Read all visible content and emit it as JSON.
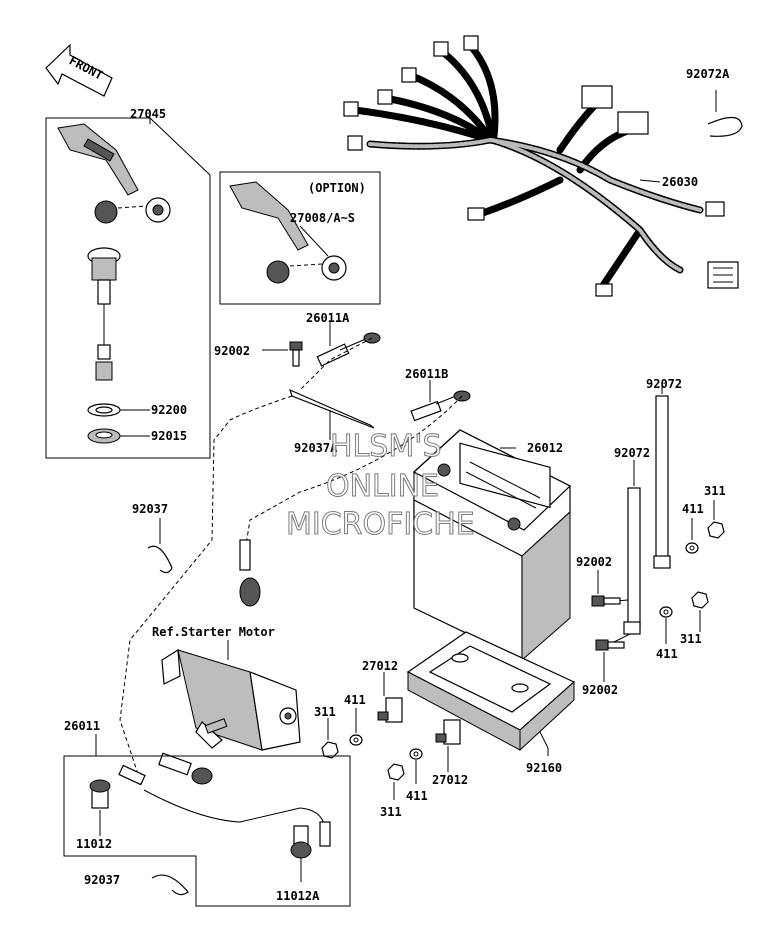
{
  "front_arrow": {
    "label": "FRONT"
  },
  "watermark": {
    "line1": "HLSM'S",
    "line2": "ONLINE",
    "line3": "MICROFICHE"
  },
  "option_box": {
    "heading": "(OPTION)"
  },
  "reference": {
    "starter_motor": "Ref.Starter Motor"
  },
  "labels": {
    "p27045": "27045",
    "p27008": "27008/A~S",
    "p92200": "92200",
    "p92015": "92015",
    "p92072A": "92072A",
    "p26030": "26030",
    "p92002_top": "92002",
    "p26011A": "26011A",
    "p26011B": "26011B",
    "p92037_mid": "92037A",
    "p26012": "26012",
    "p92037_left": "92037",
    "p92072_right": "92072",
    "p92072_mid": "92072",
    "p411_right": "411",
    "p311_right": "311",
    "p92002_mid": "92002",
    "p411_low": "411",
    "p311_low": "311",
    "p92002_low": "92002",
    "p27012_top": "27012",
    "p411_center": "411",
    "p311_center": "311",
    "p92160": "92160",
    "p27012_low": "27012",
    "p411_bottom": "411",
    "p311_bottom": "311",
    "p26011": "26011",
    "p11012": "11012",
    "p92037_bottom": "92037",
    "p11012A": "11012A"
  }
}
